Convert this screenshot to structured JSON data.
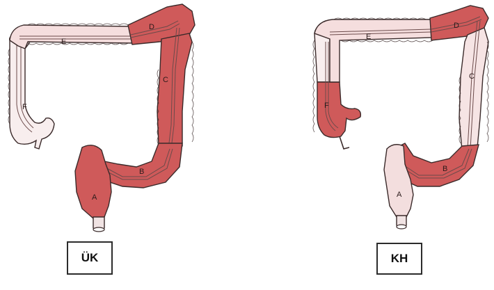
{
  "panels": [
    {
      "caption": "ÜK",
      "segment_labels": {
        "a": "A",
        "b": "B",
        "c": "C",
        "d": "D",
        "e": "E",
        "f": "F"
      },
      "inflamed_segments": [
        "A",
        "B",
        "C",
        "D"
      ]
    },
    {
      "caption": "KH",
      "segment_labels": {
        "a": "A",
        "b": "B",
        "c": "C",
        "d": "D",
        "e": "E",
        "f": "F"
      },
      "inflamed_segments": [
        "B",
        "D",
        "F"
      ]
    }
  ],
  "colors": {
    "inflamed": "#cf5a5a",
    "healthy": "#f3d9d9",
    "outline": "#3a2a2a",
    "inner_line": "#6b4a4a"
  }
}
